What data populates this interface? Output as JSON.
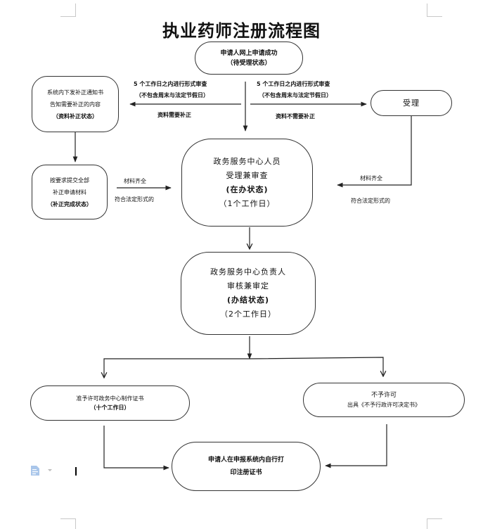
{
  "document": {
    "title": "执业药师注册流程图"
  },
  "nodes": {
    "start": {
      "line1": "申请人网上申请成功",
      "line2": "（待受理状态）"
    },
    "correction_notice": {
      "line1": "系统内下发补正通知书",
      "line2": "告知需要补正的内容",
      "line3": "（资料补正状态）"
    },
    "accept": {
      "line1": "受理"
    },
    "resubmit": {
      "line1": "按要求提交全部",
      "line2": "补正申请材料",
      "line3": "（补正完成状态）"
    },
    "center_review": {
      "line1": "政务服务中心人员",
      "line2": "受理兼审查",
      "line3": "(在办状态)",
      "line4": "（1个工作日）"
    },
    "head_approval": {
      "line1": "政务服务中心负责人",
      "line2": "审核兼审定",
      "line3": "(办结状态)",
      "line4": "（2个工作日）"
    },
    "grant": {
      "line1": "准予许可政务中心制作证书",
      "line2": "（十个工作日）"
    },
    "deny": {
      "line1": "不予许可",
      "line2": "出具《不予行政许可决定书》"
    },
    "print": {
      "line1": "申请人在申报系统内自行打",
      "line2": "印注册证书"
    }
  },
  "edge_labels": {
    "left_top1": "5 个工作日之内进行形式审查",
    "left_top2": "（不包含周末与法定节假日）",
    "left_bottom": "资料需要补正",
    "right_top1": "5 个工作日之内进行形式审查",
    "right_top2": "（不包含周末与法定节假日）",
    "right_bottom": "资料不需要补正",
    "resubmit_top": "材料齐全",
    "resubmit_bottom": "符合法定形式的",
    "accept_top": "材料齐全",
    "accept_bottom": "符合法定形式的"
  },
  "editor": {
    "icons": [
      "paste-options-icon",
      "dropdown-caret-icon",
      "text-cursor"
    ]
  },
  "colors": {
    "line": "#222222",
    "node_border": "#333333",
    "corner_mark": "#c8c8c8",
    "paste_icon": "#a9c6ea"
  }
}
